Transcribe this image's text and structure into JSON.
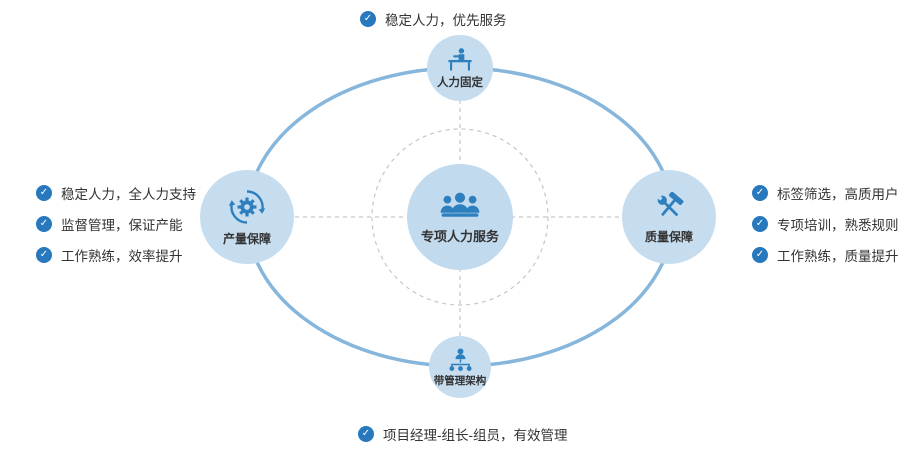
{
  "nodes": {
    "center": {
      "label": "专项人力服务",
      "icon": "team-icon"
    },
    "top": {
      "label": "人力固定",
      "icon": "worker-desk-icon"
    },
    "left": {
      "label": "产量保障",
      "icon": "gear-sync-icon"
    },
    "right": {
      "label": "质量保障",
      "icon": "tools-icon"
    },
    "bottom": {
      "label": "带管理架构",
      "icon": "org-structure-icon"
    }
  },
  "notes": {
    "top": "稳定人力，优先服务",
    "bottom": "项目经理-组长-组员，有效管理",
    "left": [
      "稳定人力，全人力支持",
      "监督管理，保证产能",
      "工作熟练，效率提升"
    ],
    "right": [
      "标签筛选，高质用户",
      "专项培训，熟悉规则",
      "工作熟练，质量提升"
    ]
  },
  "colors": {
    "icon_blue": "#2e7fbe",
    "circle_fill": "#c6ddef",
    "center_circle_fill": "#c1daee",
    "ellipse_stroke": "#86b6dc",
    "check_badge": "#2878bd",
    "dashed_gray": "#c6c6c6",
    "text": "#333333"
  }
}
